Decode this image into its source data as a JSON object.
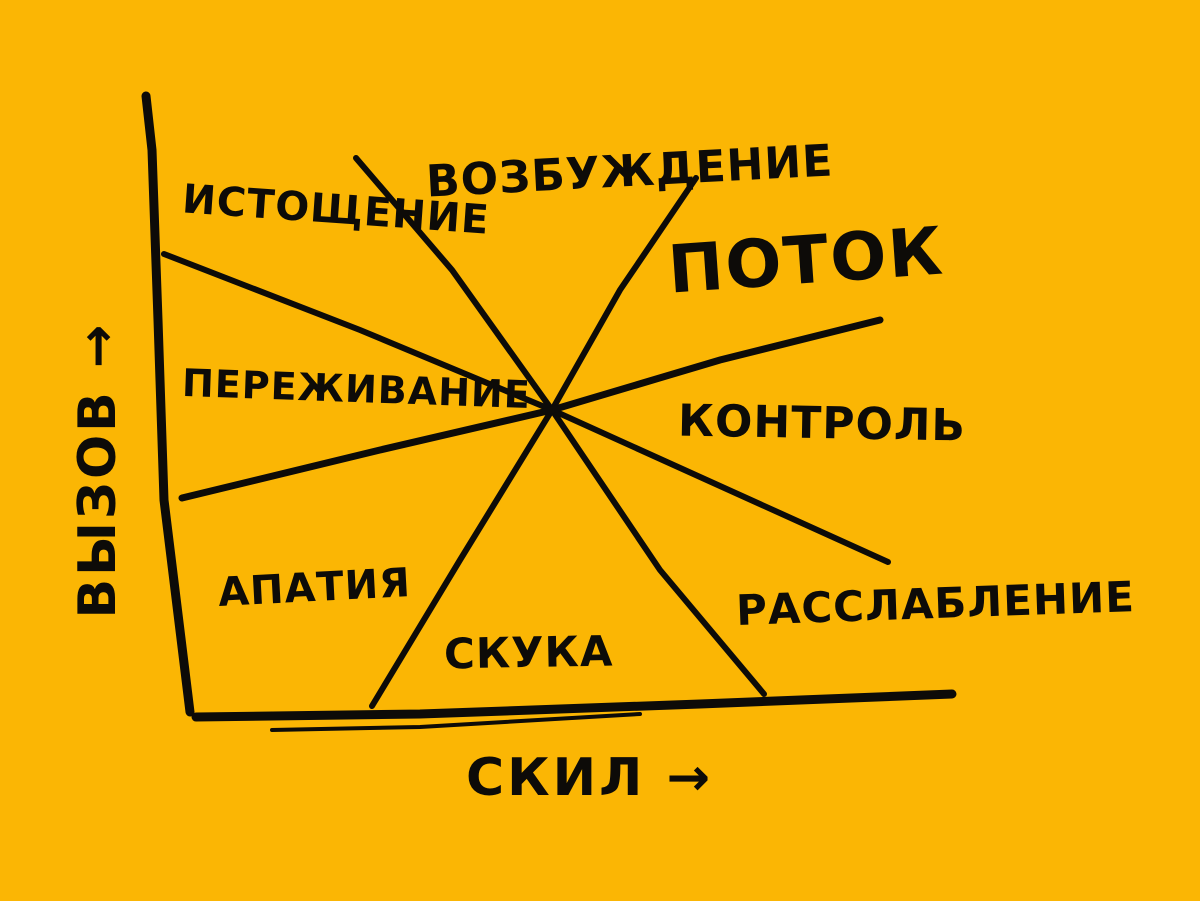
{
  "background_color": "#fbb604",
  "ink_color": "#0d0b08",
  "axes": {
    "x_label": "скил →",
    "y_label": "вызов →"
  },
  "zones": {
    "arousal": "возбуждение",
    "worry": "истощение",
    "flow": "поток",
    "anxiety": "переживание",
    "control": "контроль",
    "apathy": "апатия",
    "relaxation": "расслабление",
    "boredom": "скука"
  }
}
